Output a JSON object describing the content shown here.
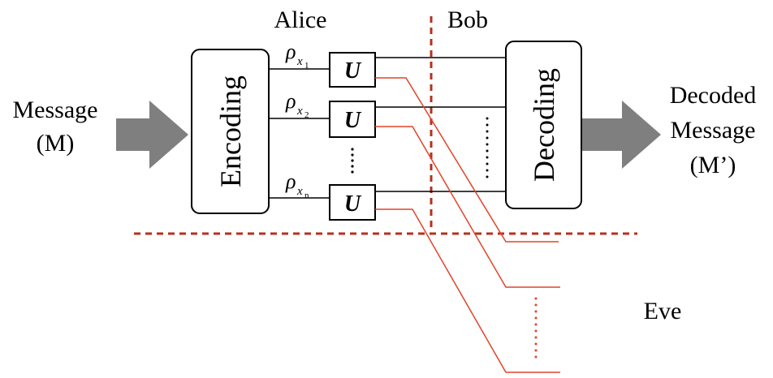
{
  "labels": {
    "alice": "Alice",
    "bob": "Bob",
    "eve": "Eve",
    "message_line1": "Message",
    "message_line2": "(M)",
    "decoded_line1": "Decoded",
    "decoded_line2": "Message",
    "decoded_line3": "(M’)",
    "encoding": "Encoding",
    "decoding": "Decoding"
  },
  "channels": [
    {
      "rho": "ρ",
      "sub": "x",
      "subsub": "1",
      "unitary": "U"
    },
    {
      "rho": "ρ",
      "sub": "x",
      "subsub": "2",
      "unitary": "U"
    },
    {
      "rho": "ρ",
      "sub": "x",
      "subsub": "n",
      "unitary": "U"
    }
  ],
  "colors": {
    "line": "#000000",
    "eve_line": "#e0442a",
    "divider": "#b5311f",
    "arrow": "#7f7f7f"
  }
}
